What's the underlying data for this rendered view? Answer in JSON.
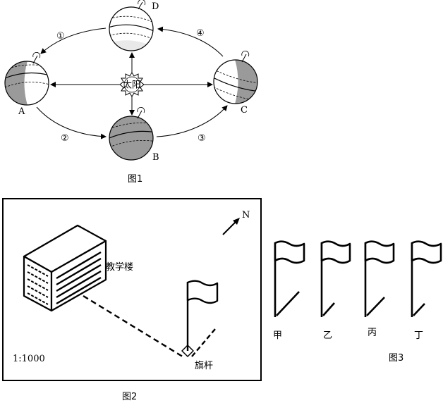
{
  "figure1": {
    "caption": "图1",
    "sun_label": "太阳",
    "positions": [
      "A",
      "B",
      "C",
      "D"
    ],
    "arcs": [
      "①",
      "②",
      "③",
      "④"
    ]
  },
  "figure2": {
    "caption": "图2",
    "scale": "1:1000",
    "north": "N",
    "building": "教学楼",
    "flagpole": "旗杆"
  },
  "figure3": {
    "caption": "图3",
    "flags": [
      "甲",
      "乙",
      "丙",
      "丁"
    ]
  }
}
